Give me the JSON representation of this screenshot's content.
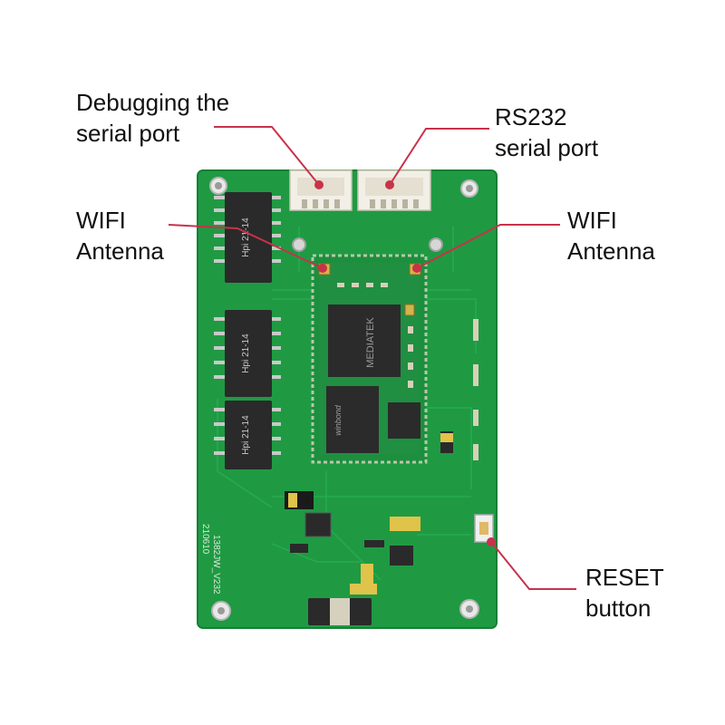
{
  "labels": {
    "debug_port": "Debugging the\nserial port",
    "rs232_port": "RS232\nserial port",
    "wifi_antenna_left": "WIFI\nAntenna",
    "wifi_antenna_right": "WIFI\nAntenna",
    "reset_button": "RESET\nbutton"
  },
  "board_markings": {
    "chip_brand": "MEDIATEK",
    "flash_brand": "winbond",
    "magnetics_1": "Hpi 21-14",
    "magnetics_2": "Hpi 21-14",
    "magnetics_3": "Hpi 21-14",
    "pcb_code": "1382JW_V232",
    "pcb_date": "210610"
  },
  "colors": {
    "pcb": "#1f9a43",
    "pcb_dark": "#168036",
    "callout_line": "#c8324a",
    "label_text": "#111111"
  }
}
